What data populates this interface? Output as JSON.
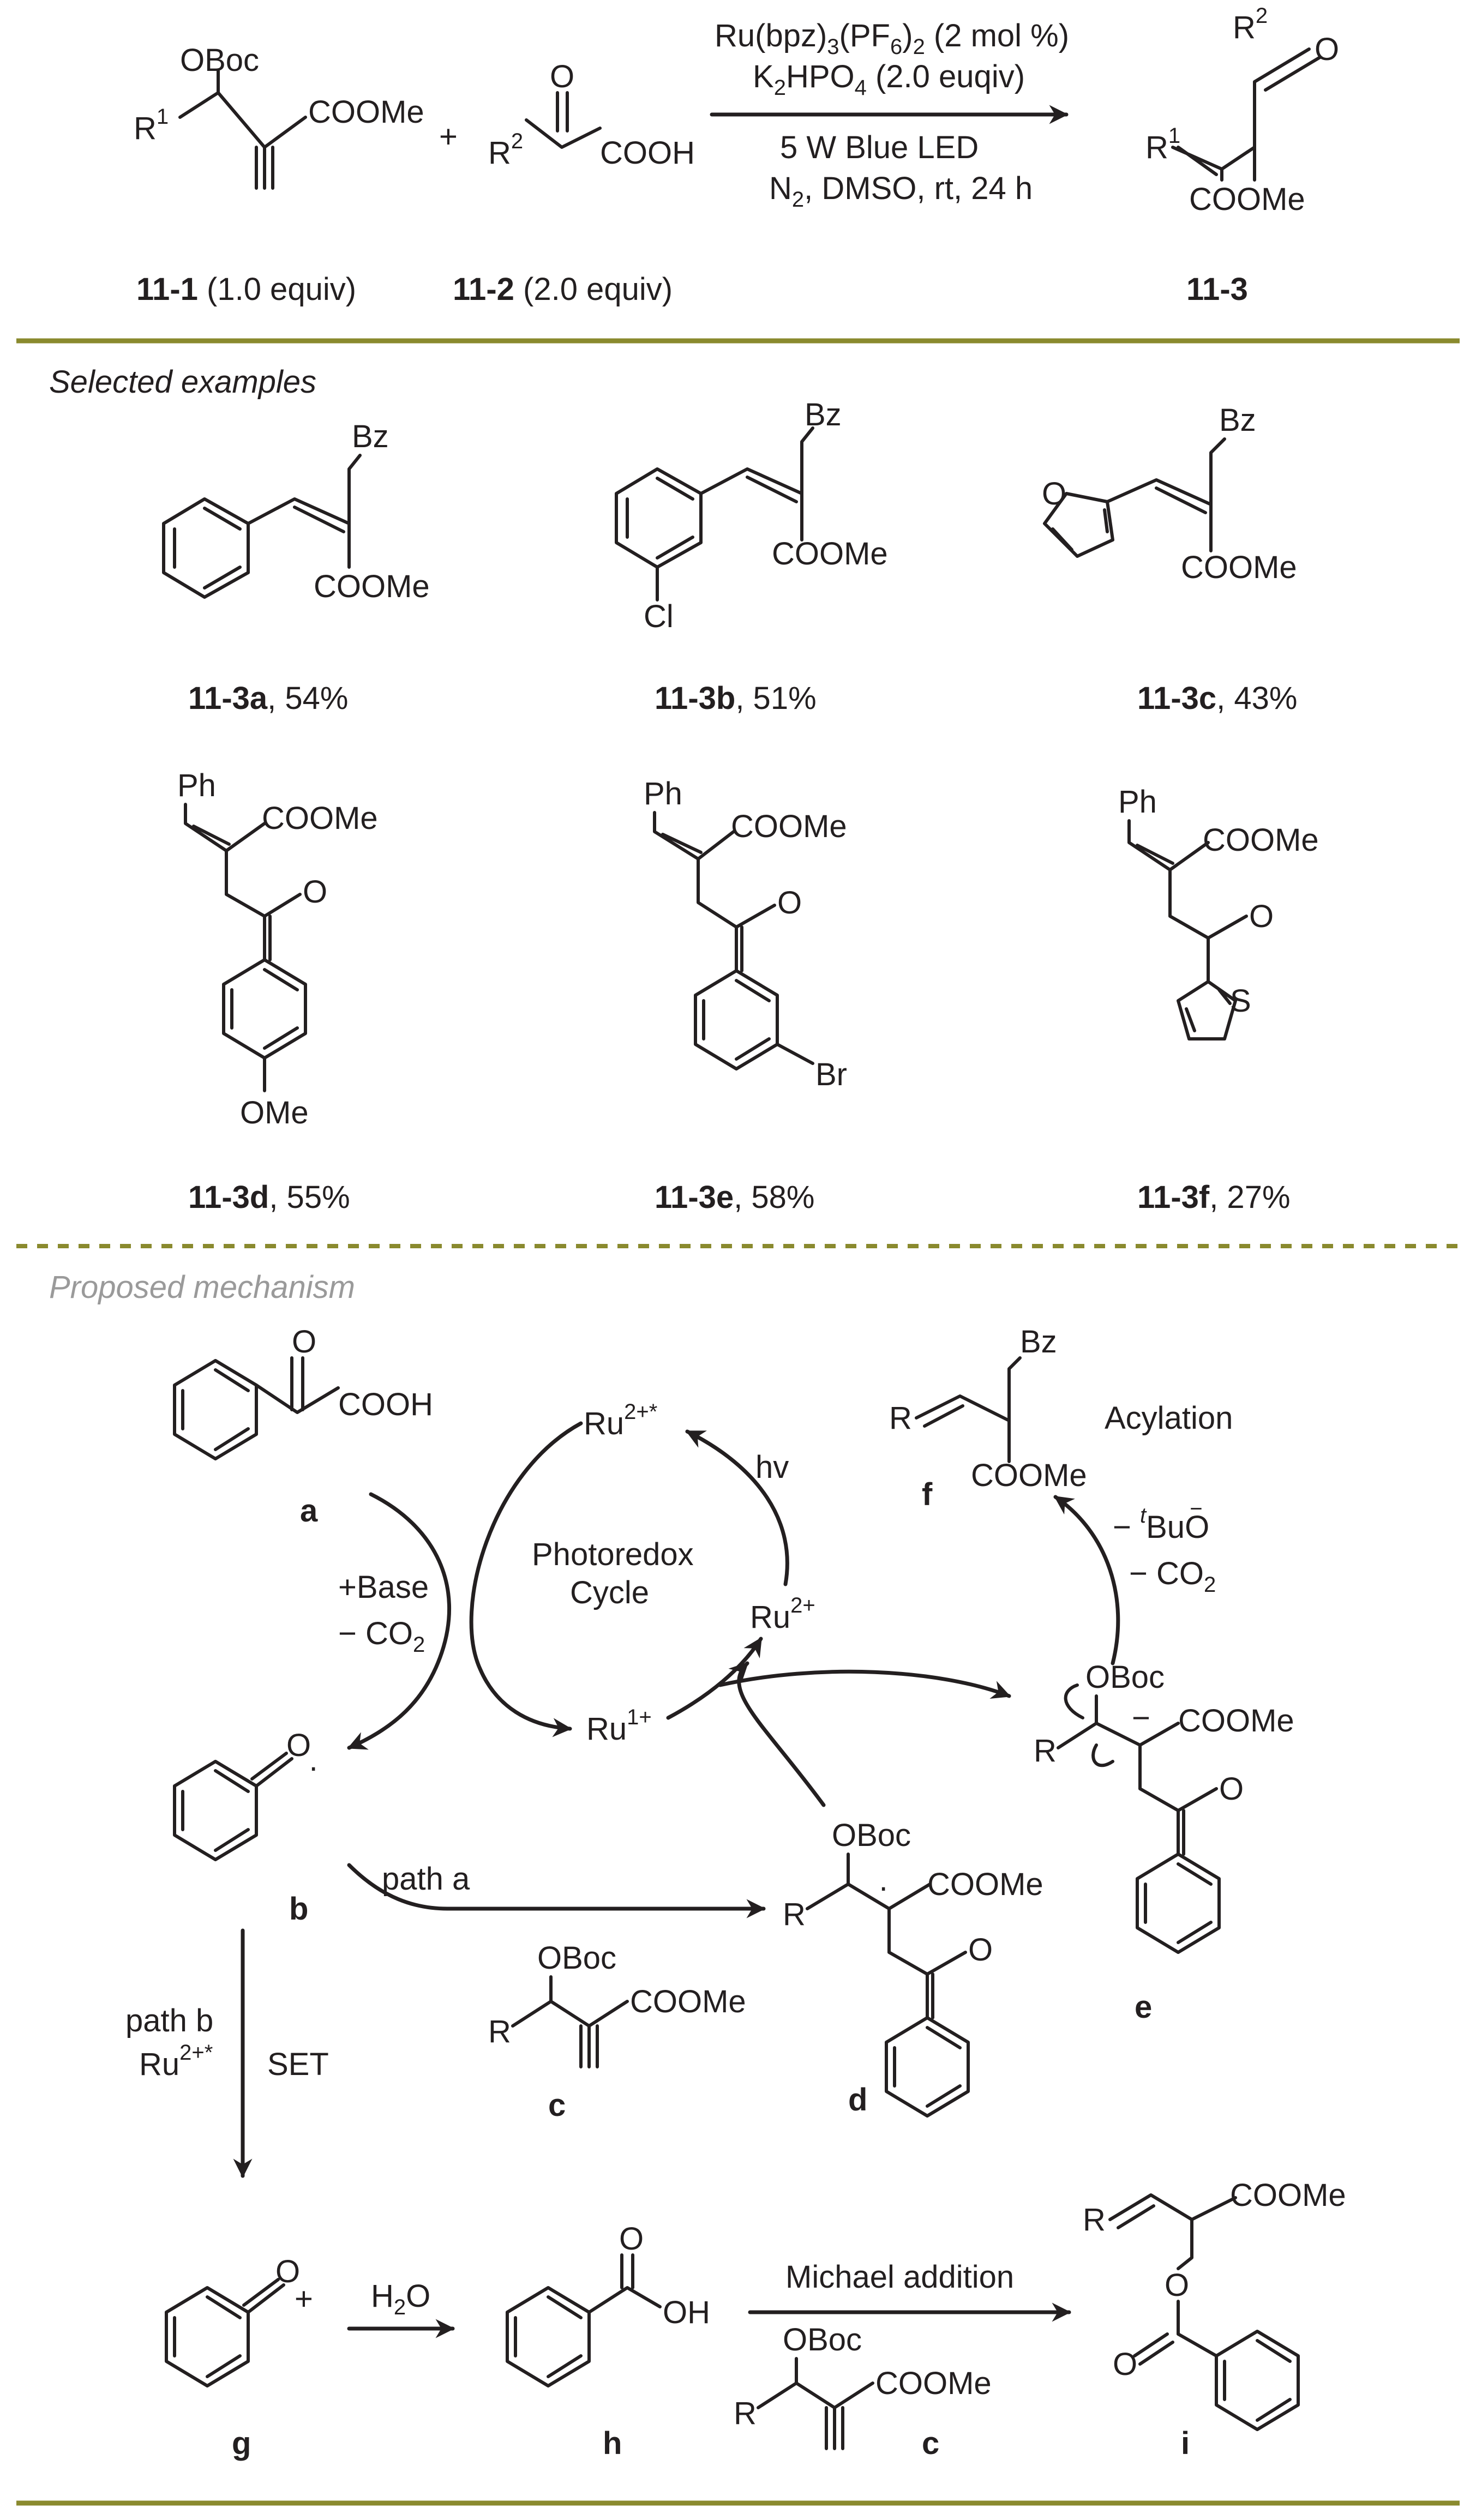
{
  "colors": {
    "ink": "#231f20",
    "rule_olive": "#8a8a2e",
    "muted_text": "#9a9a9a"
  },
  "reaction": {
    "catalyst": "Ru(bpz)",
    "catalyst_sub3": "3",
    "catalyst_pf": "(PF",
    "catalyst_sub6": "6",
    "catalyst_tail": ")",
    "catalyst_sub2": "2",
    "catalyst_load": " (2 mol %)",
    "base_k": "K",
    "base_sub2": "2",
    "base_hpo": "HPO",
    "base_sub4": "4",
    "base_tail": " (2.0 euqiv)",
    "light": "5 W Blue LED",
    "cond_n": "N",
    "cond_sub2": "2",
    "cond_tail": ", DMSO, rt, 24 h",
    "plus": "+",
    "reagent1": {
      "id": "11-1",
      "equiv": " (1.0 equiv)"
    },
    "reagent2": {
      "id": "11-2",
      "equiv": " (2.0 equiv)"
    },
    "product": {
      "id": "11-3"
    }
  },
  "atoms": {
    "OBoc": "OBoc",
    "COOMe": "COOMe",
    "COOH": "COOH",
    "OH": "OH",
    "O": "O",
    "R": "R",
    "R1": "R",
    "sup1": "1",
    "R2": "R",
    "sup2": "2",
    "Bz": "Bz",
    "Ph": "Ph",
    "Cl": "Cl",
    "Br": "Br",
    "OMe": "OMe",
    "S": "S",
    "Ru": "Ru",
    "ru_2star": "2+*",
    "ru_2": "2+",
    "ru_1": "1+",
    "plus_charge": "+",
    "minus_charge": "−",
    "radical": "·"
  },
  "examples": {
    "heading": "Selected examples",
    "items": [
      {
        "id": "11-3a",
        "yield": ", 54%"
      },
      {
        "id": "11-3b",
        "yield": ", 51%"
      },
      {
        "id": "11-3c",
        "yield": ", 43%"
      },
      {
        "id": "11-3d",
        "yield": ", 55%"
      },
      {
        "id": "11-3e",
        "yield": ", 58%"
      },
      {
        "id": "11-3f",
        "yield": ", 27%"
      }
    ]
  },
  "mechanism": {
    "heading": "Proposed mechanism",
    "cycle_line1": "Photoredox",
    "cycle_line2": "Cycle",
    "hv": "hv",
    "base_step": "+Base",
    "co2_minus": "− CO",
    "co2_sub": "2",
    "acylation": "Acylation",
    "minus_tbuo_pre": "− ",
    "tbuo_t": "t",
    "tbuo_rest": "BuO",
    "path_a": "path a",
    "path_b": "path b",
    "set": "SET",
    "h2o_h": "H",
    "h2o_sub": "2",
    "h2o_o": "O",
    "michael": "Michael addition",
    "labels": {
      "a": "a",
      "b": "b",
      "c": "c",
      "d": "d",
      "e": "e",
      "f": "f",
      "g": "g",
      "h": "h",
      "i": "i"
    }
  }
}
